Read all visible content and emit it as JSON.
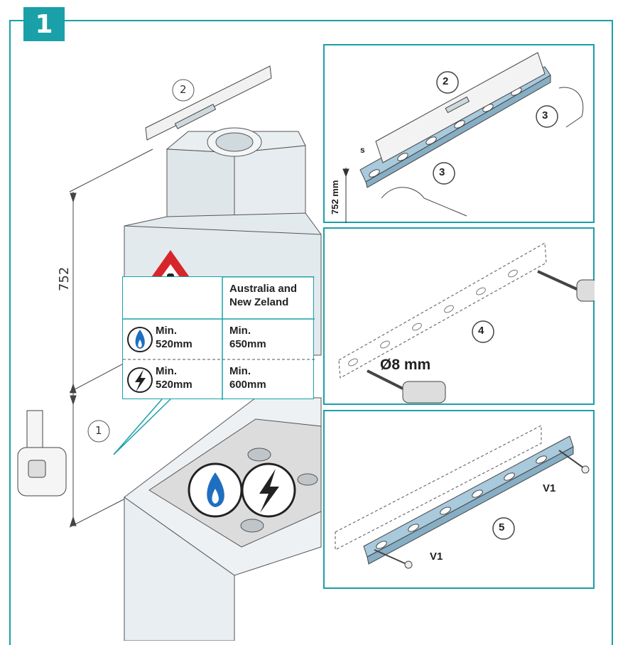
{
  "step_number": "1",
  "main_dimension": "752",
  "callout_ruler": "1",
  "callout_level": "2",
  "region_label": "Australia and New Zeland",
  "region_line1": "Australia and",
  "region_line2": "New Zeland",
  "gas": {
    "icon": "gas-flame-icon",
    "min_a": [
      "Min.",
      "520mm"
    ],
    "min_b": [
      "Min.",
      "650mm"
    ]
  },
  "electric": {
    "icon": "lightning-icon",
    "min_a": [
      "Min.",
      "520mm"
    ],
    "min_b": [
      "Min.",
      "600mm"
    ]
  },
  "panel1": {
    "c2": "2",
    "c3a": "3",
    "c3b": "3",
    "s": "s",
    "dim": "752 mm"
  },
  "panel2": {
    "c4": "4",
    "drill": "Ø8 mm"
  },
  "panel3": {
    "c5": "5",
    "v1a": "V1",
    "v1b": "V1"
  },
  "colors": {
    "accent": "#1aa0a8",
    "warning": "#d7262b",
    "bracket": "#a9c9dc",
    "gas_blue": "#1f6fc0"
  }
}
